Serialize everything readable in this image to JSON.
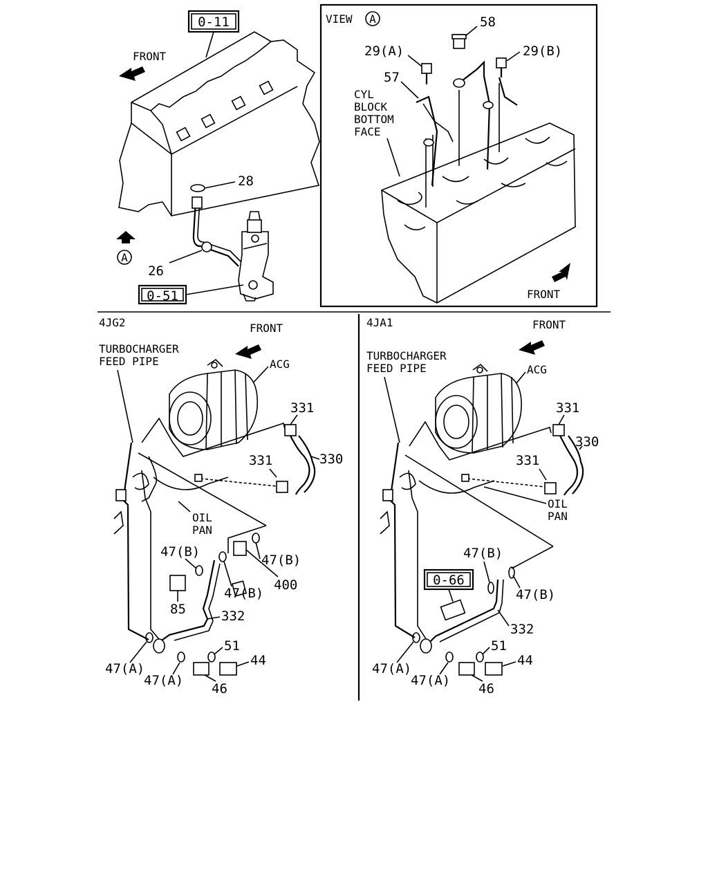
{
  "top_left": {
    "ref_block": "0-11",
    "front": "FRONT",
    "view_marker": "A",
    "parts": {
      "p28": "28",
      "p26": "26"
    },
    "ref_pump": "0-51"
  },
  "view_a": {
    "title": "VIEW",
    "marker": "A",
    "parts": {
      "p58": "58",
      "p29a": "29(A)",
      "p29b": "29(B)",
      "p57": "57"
    },
    "face_label": [
      "CYL",
      "BLOCK",
      "BOTTOM",
      "FACE"
    ],
    "front": "FRONT"
  },
  "left_4jg2": {
    "variant": "4JG2",
    "front": "FRONT",
    "turbo_label": [
      "TURBOCHARGER",
      "FEED PIPE"
    ],
    "acg": "ACG",
    "oil_pan": [
      "OIL",
      "PAN"
    ],
    "parts": {
      "p331_top": "331",
      "p331_mid": "331",
      "p330": "330",
      "p47b_1": "47(B)",
      "p47b_2": "47(B)",
      "p47b_3": "47(B)",
      "p400": "400",
      "p85": "85",
      "p332": "332",
      "p51": "51",
      "p44": "44",
      "p46": "46",
      "p47a_1": "47(A)",
      "p47a_2": "47(A)"
    }
  },
  "right_4ja1": {
    "variant": "4JA1",
    "front": "FRONT",
    "turbo_label": [
      "TURBOCHARGER",
      "FEED PIPE"
    ],
    "acg": "ACG",
    "oil_pan": [
      "OIL",
      "PAN"
    ],
    "ref_part": "0-66",
    "parts": {
      "p331_top": "331",
      "p331_mid": "331",
      "p330": "330",
      "p47b_1": "47(B)",
      "p47b_2": "47(B)",
      "p332": "332",
      "p51": "51",
      "p44": "44",
      "p46": "46",
      "p47a_1": "47(A)",
      "p47a_2": "47(A)"
    }
  }
}
